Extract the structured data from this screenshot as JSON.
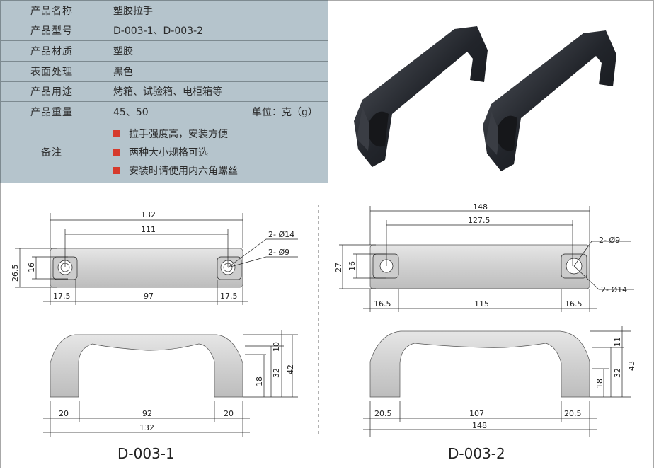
{
  "spec": {
    "rows": [
      {
        "label": "产品名称",
        "value": "塑胶拉手"
      },
      {
        "label": "产品型号",
        "value": "D-003-1、D-003-2"
      },
      {
        "label": "产品材质",
        "value": "塑胶"
      },
      {
        "label": "表面处理",
        "value": "黑色"
      },
      {
        "label": "产品用途",
        "value": "烤箱、试验箱、电柜箱等"
      },
      {
        "label": "产品重量",
        "value": "45、50",
        "unit": "单位：克（g）"
      }
    ],
    "notes_label": "备注",
    "notes": [
      "拉手强度高，安装方便",
      "两种大小规格可选",
      "安装时请使用内六角螺丝"
    ],
    "bullet_color": "#d63a2c"
  },
  "drawing1": {
    "caption": "D-003-1",
    "overall": "132",
    "hole_pitch": "111",
    "hole_dia": "2- Ø14",
    "bore_dia": "2- Ø9",
    "height_total": "26.5",
    "height_inner": "16",
    "edge_left": "17.5",
    "middle": "97",
    "edge_right": "17.5",
    "side_top": "10",
    "side_inner": "32",
    "side_total": "42",
    "side_foot": "18",
    "foot_left": "20",
    "gap": "92",
    "foot_right": "20",
    "side_overall": "132"
  },
  "drawing2": {
    "caption": "D-003-2",
    "overall": "148",
    "hole_pitch": "127.5",
    "hole_dia": "2- Ø14",
    "bore_dia": "2- Ø9",
    "height_total": "27",
    "height_inner": "16",
    "edge_left": "16.5",
    "middle": "115",
    "edge_right": "16.5",
    "side_top": "11",
    "side_inner": "32",
    "side_total": "43",
    "side_foot": "18",
    "foot_left": "20.5",
    "gap": "107",
    "foot_right": "20.5",
    "side_overall": "148"
  }
}
